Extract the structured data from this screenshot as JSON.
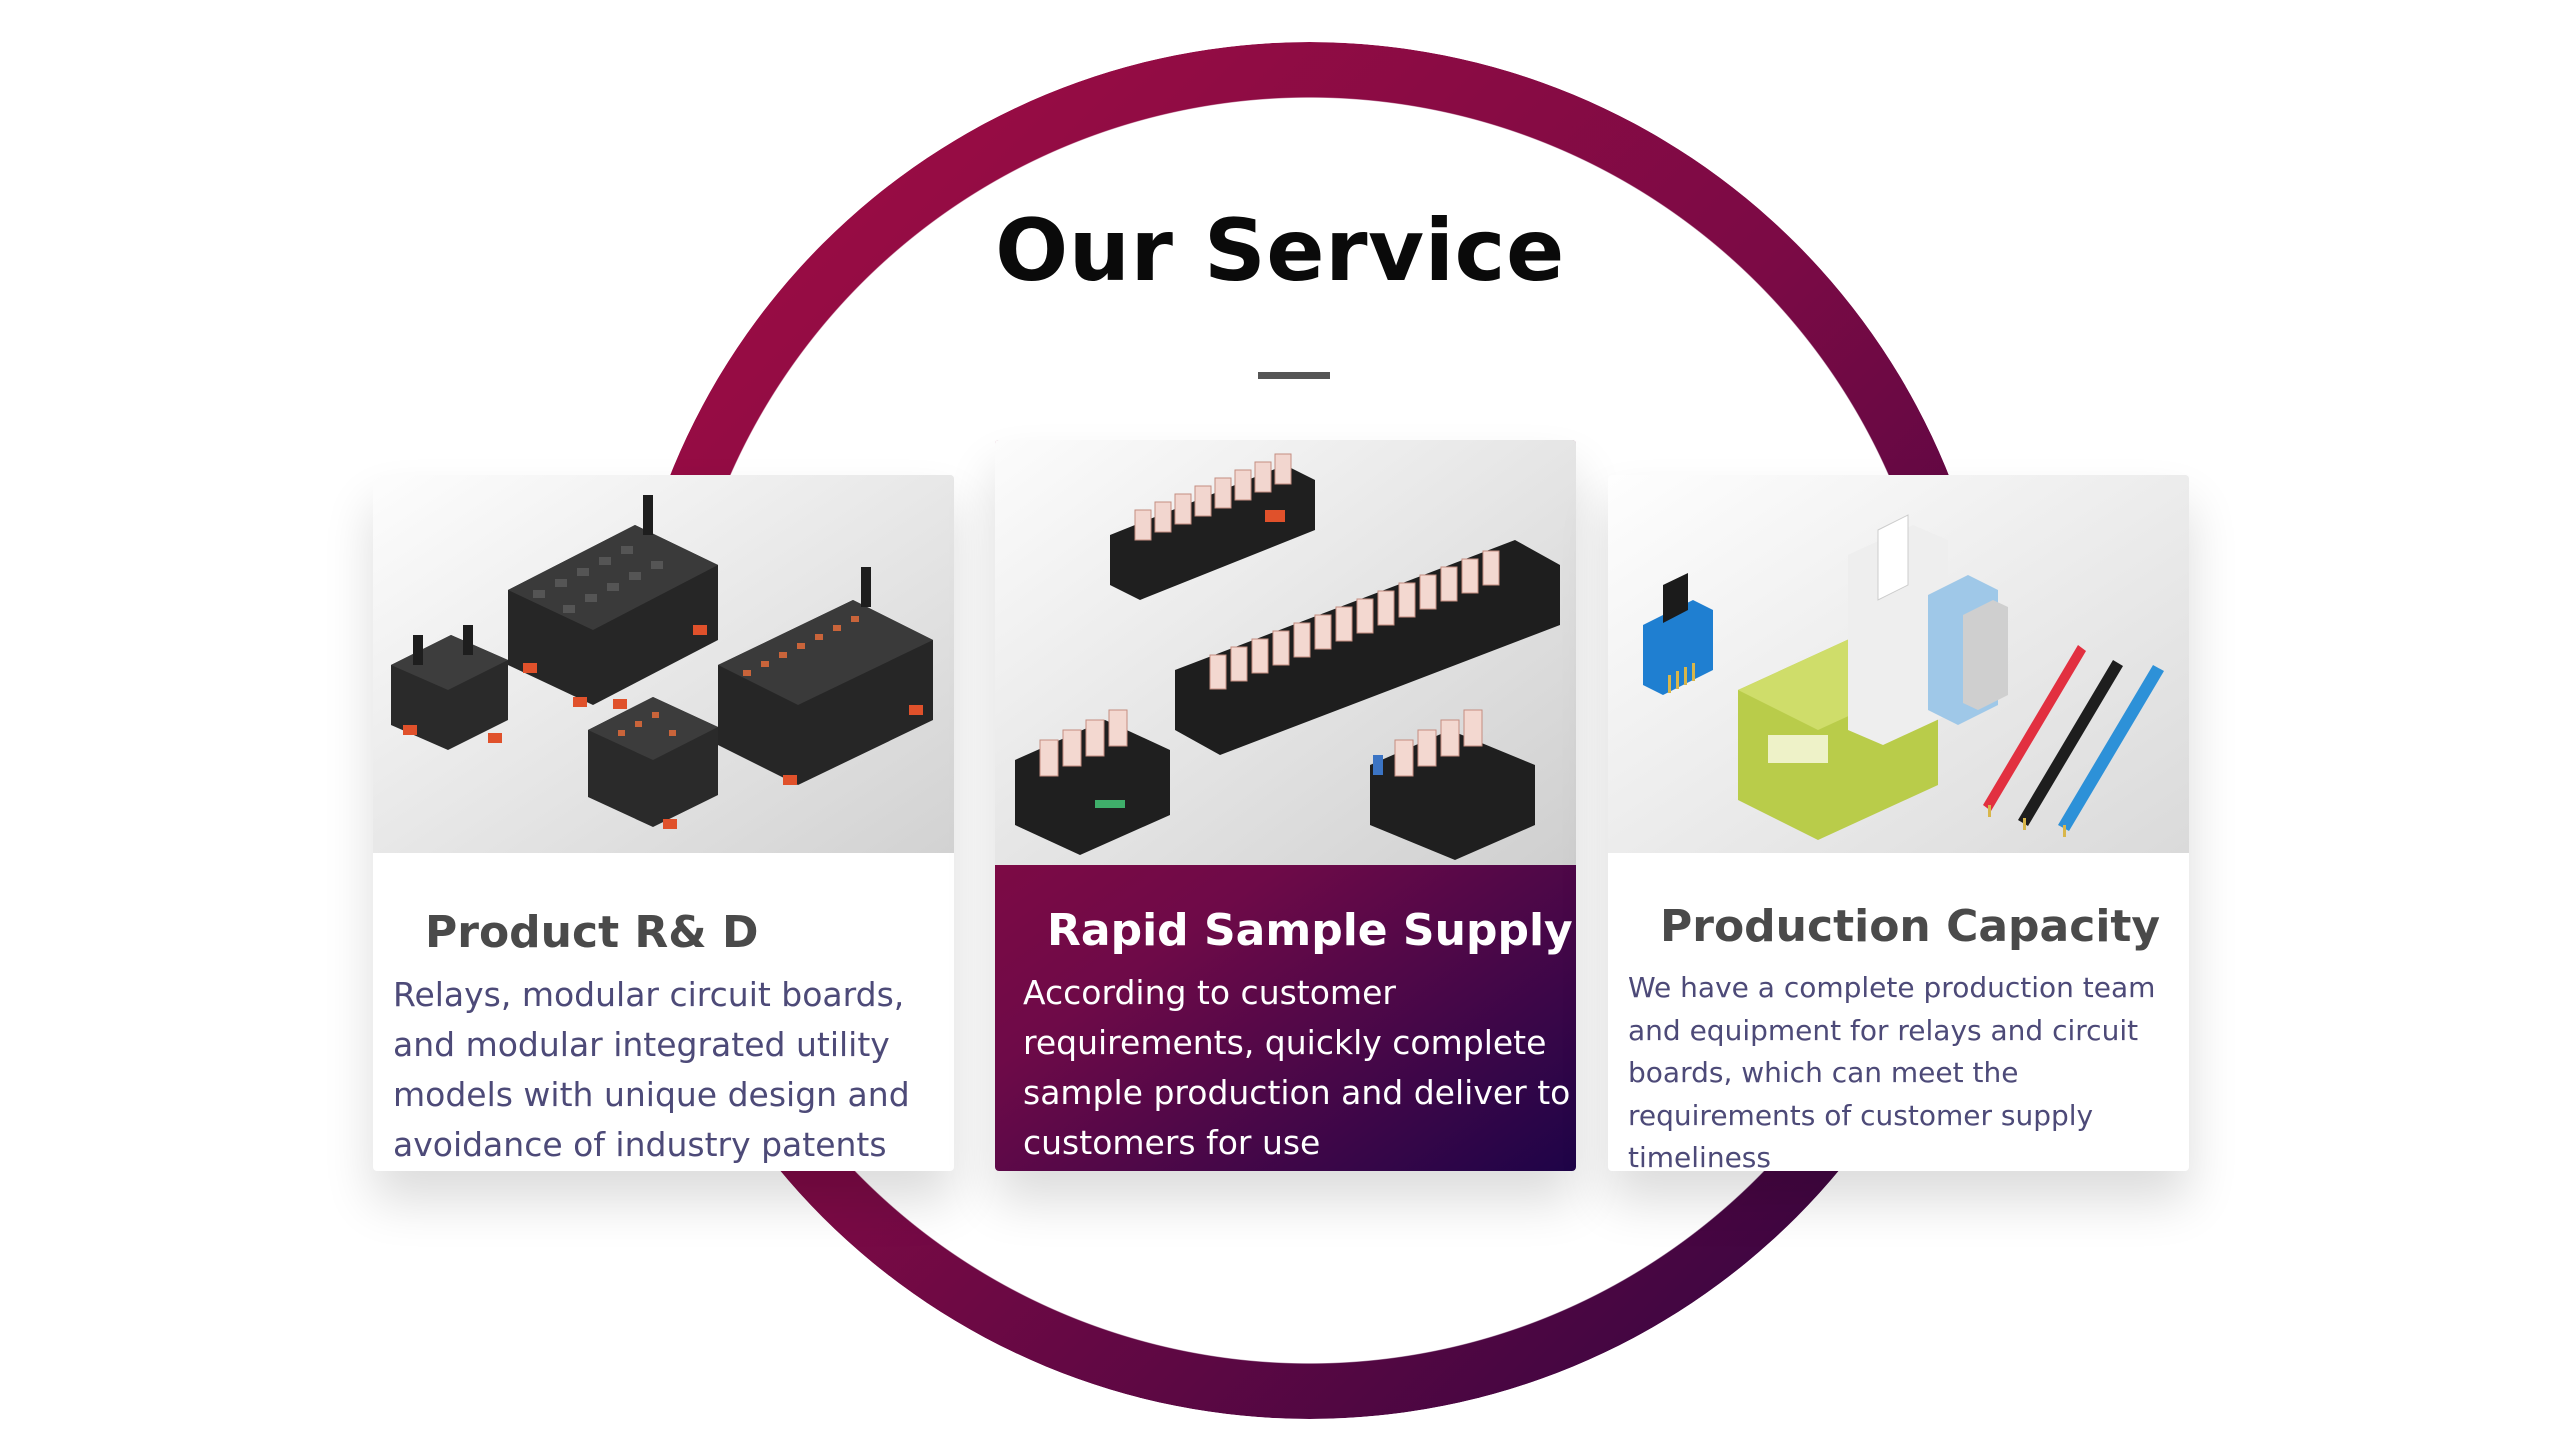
{
  "section": {
    "title": "Our Service"
  },
  "cards": [
    {
      "title": "Product R& D",
      "text": "Relays, modular circuit boards, and modular integrated utility models with unique design and avoidance of industry patents"
    },
    {
      "title": "Rapid Sample Supply",
      "text": "According to customer requirements, quickly complete sample production and deliver to customers for use"
    },
    {
      "title": "Production Capacity",
      "text": "We have a complete production team and equipment for relays and circuit boards, which can meet the requirements of customer supply timeliness"
    }
  ],
  "colors": {
    "accent_start": "#a30d43",
    "accent_end": "#2a0440",
    "title_text": "#0a0a0a",
    "body_text": "#4d4a78"
  },
  "icons": [
    "relay-module-image",
    "relay-board-image",
    "din-rail-relay-image"
  ]
}
